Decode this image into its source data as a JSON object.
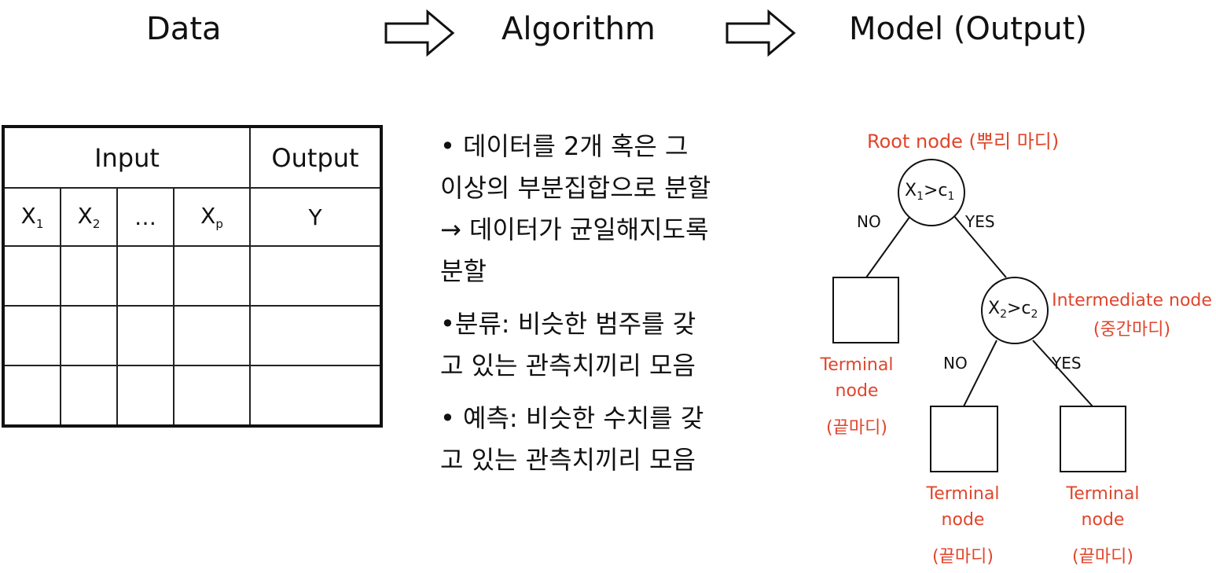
{
  "flow": {
    "step1": "Data",
    "step2": "Algorithm",
    "step3": "Model (Output)"
  },
  "table": {
    "input_header": "Input",
    "output_header": "Output",
    "col1": "X",
    "col1_sub": "1",
    "col2": "X",
    "col2_sub": "2",
    "col3": "…",
    "col4": "X",
    "col4_sub": "p",
    "col5": "Y"
  },
  "bullets": [
    {
      "lines": [
        "• 데이터를 2개 혹은 그",
        "이상의 부분집합으로 분할",
        "→ 데이터가 균일해지도록",
        "분할"
      ]
    },
    {
      "lines": [
        "•분류: 비슷한 범주를 갖",
        "고 있는 관측치끼리 모음"
      ]
    },
    {
      "lines": [
        "• 예측: 비슷한 수치를 갖",
        "고 있는 관측치끼리 모음"
      ]
    }
  ],
  "tree": {
    "root_label": "Root node (뿌리 마디)",
    "root_cond_var": "X",
    "root_cond_var_sub": "1",
    "root_cond_op": ">c",
    "root_cond_c_sub": "1",
    "root_no": "NO",
    "root_yes": "YES",
    "inter_cond_var": "X",
    "inter_cond_var_sub": "2",
    "inter_cond_op": ">c",
    "inter_cond_c_sub": "2",
    "inter_label_en": "Intermediate node",
    "inter_label_ko": "(중간마디)",
    "inter_no": "NO",
    "inter_yes": "YES",
    "terminal_en_1": "Terminal",
    "terminal_en_2": "node",
    "terminal_ko": "(끝마디)",
    "accent_color": "#e0452b"
  }
}
